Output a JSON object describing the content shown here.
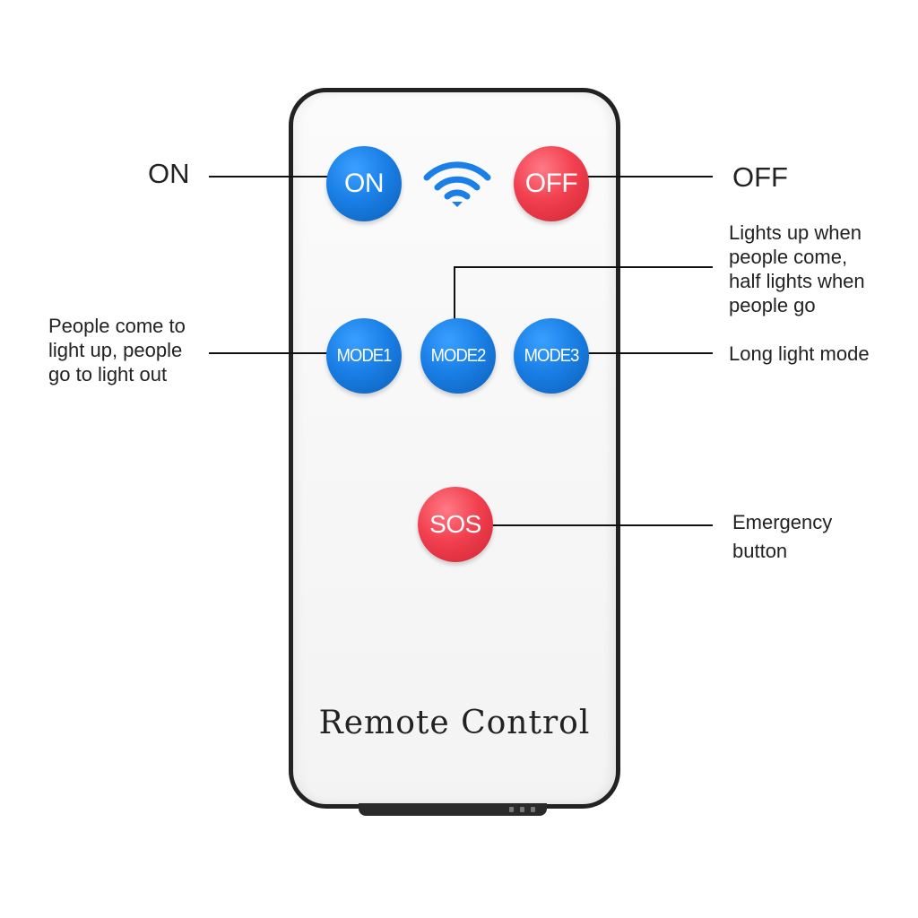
{
  "remote": {
    "title": "Remote Control",
    "buttons": {
      "on": "ON",
      "off": "OFF",
      "mode1": "MODE1",
      "mode2": "MODE2",
      "mode3": "MODE3",
      "sos": "SOS"
    },
    "signal_icon": "wifi-icon",
    "colors": {
      "blue": "#1a7fe6",
      "red": "#f2404f"
    }
  },
  "annotations": {
    "on": "ON",
    "off": "OFF",
    "mode1": [
      "People come to",
      "light up, people",
      "go to light out"
    ],
    "mode2": [
      "Lights up when",
      "people come,",
      "half lights when",
      "people go"
    ],
    "mode3": "Long light mode",
    "sos": [
      "Emergency",
      "button"
    ]
  }
}
